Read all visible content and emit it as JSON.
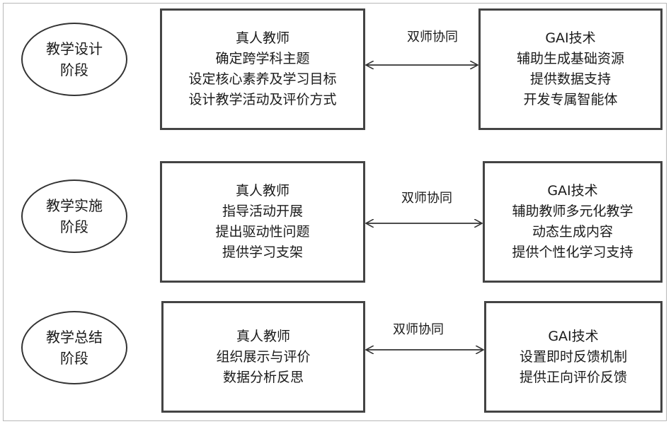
{
  "rows": [
    {
      "phase": {
        "line1": "教学设计",
        "line2": "阶段"
      },
      "teacher": [
        "真人教师",
        "确定跨学科主题",
        "设定核心素养及学习目标",
        "设计教学活动及评价方式"
      ],
      "link_label": "双师协同",
      "gai": [
        "GAI技术",
        "辅助生成基础资源",
        "提供数据支持",
        "开发专属智能体"
      ]
    },
    {
      "phase": {
        "line1": "教学实施",
        "line2": "阶段"
      },
      "teacher": [
        "真人教师",
        "指导活动开展",
        "提出驱动性问题",
        "提供学习支架"
      ],
      "link_label": "双师协同",
      "gai": [
        "GAI技术",
        "辅助教师多元化教学",
        "动态生成内容",
        "提供个性化学习支持"
      ]
    },
    {
      "phase": {
        "line1": "教学总结",
        "line2": "阶段"
      },
      "teacher": [
        "真人教师",
        "组织展示与评价",
        "数据分析反思"
      ],
      "link_label": "双师协同",
      "gai": [
        "GAI技术",
        "设置即时反馈机制",
        "提供正向评价反馈"
      ]
    }
  ]
}
